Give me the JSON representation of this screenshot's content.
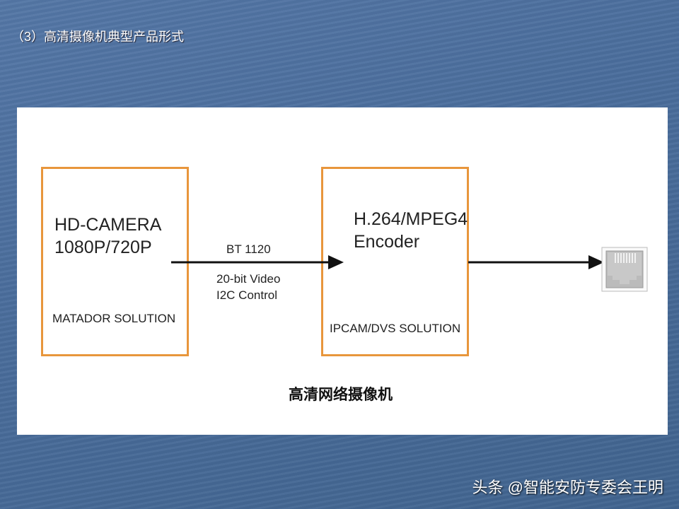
{
  "slide": {
    "title": "（3）高清摄像机典型产品形式"
  },
  "diagram": {
    "camera_box": {
      "line1": "HD-CAMERA",
      "line2": "1080P/720P",
      "solution": "MATADOR SOLUTION"
    },
    "link_labels": {
      "bus": "BT 1120",
      "video": "20-bit Video",
      "control": "I2C Control"
    },
    "encoder_box": {
      "line1": "H.264/MPEG4",
      "line2": "Encoder",
      "solution": "IPCAM/DVS SOLUTION"
    },
    "caption": "高清网络摄像机",
    "accent_color": "#e8963c",
    "output_icon": "ethernet-port-icon"
  },
  "watermark": "头条 @智能安防专委会王明"
}
